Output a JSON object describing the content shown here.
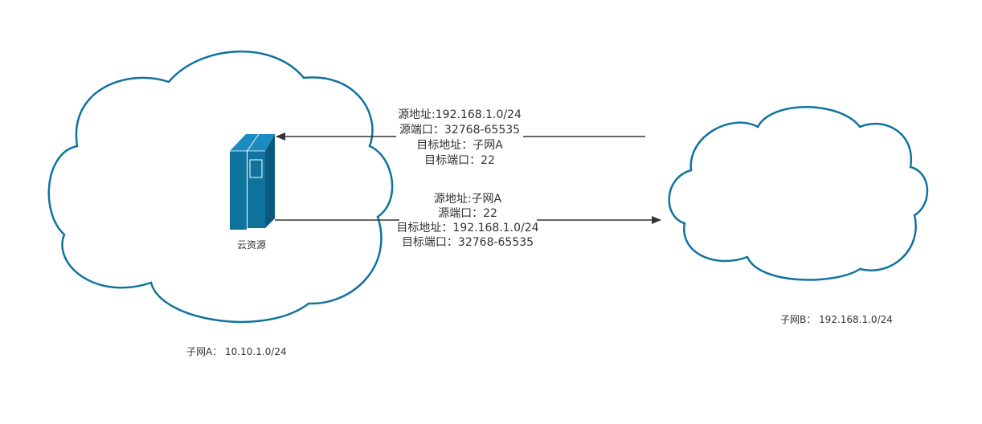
{
  "colors": {
    "cloud_stroke": "#10739e",
    "server_front": "#10739e",
    "server_side": "#0a5a80",
    "server_top": "#1a8cc0",
    "arrow": "#333333",
    "text": "#333333"
  },
  "cloud_a": {
    "label": "子网A： 10.10.1.0/24"
  },
  "cloud_b": {
    "label": "子网B： 192.168.1.0/24"
  },
  "server": {
    "icon": "server-icon",
    "label": "云资源"
  },
  "inbound": {
    "lines": [
      "源地址:192.168.1.0/24",
      "源端口：32768-65535",
      "目标地址：子网A",
      "目标端口：22"
    ]
  },
  "outbound": {
    "lines": [
      "源地址:子网A",
      "源端口：22",
      "目标地址：192.168.1.0/24",
      "目标端口：32768-65535"
    ]
  }
}
